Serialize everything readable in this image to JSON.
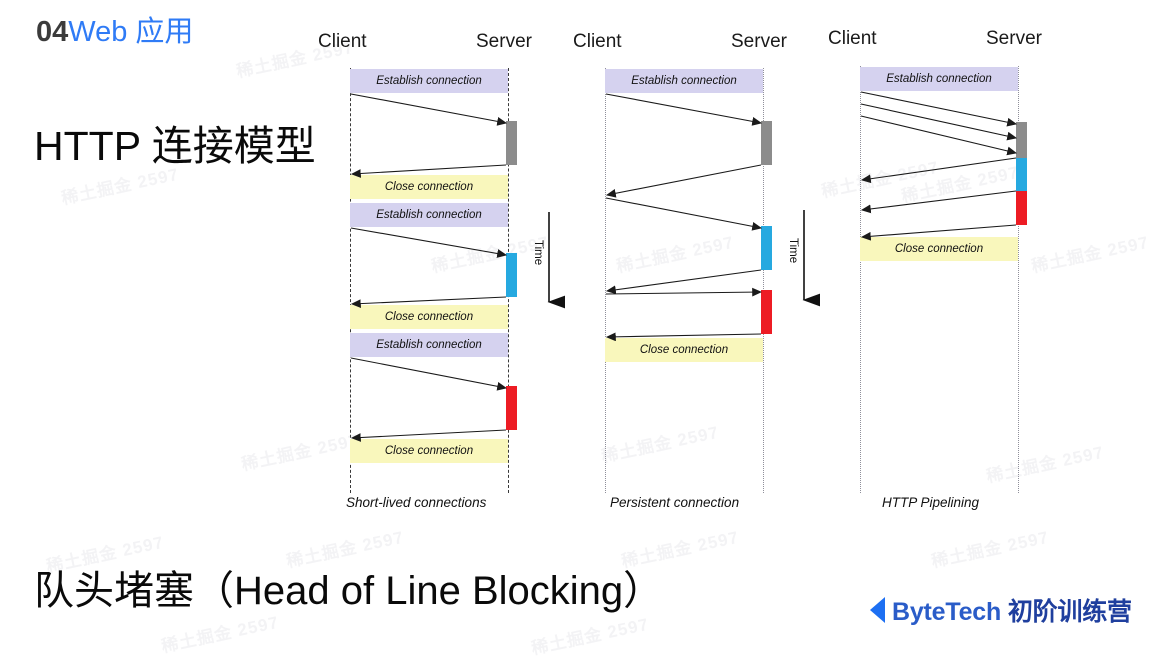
{
  "slide": {
    "kicker_number": "04",
    "kicker_text": "Web 应用",
    "heading_main": "HTTP 连接模型",
    "heading_bottom": "队头堵塞（Head of Line Blocking）",
    "accent_blue": "#2f7bf6",
    "logo_en": "ByteTech",
    "logo_cn": "初阶训练营",
    "watermark_text": "稀土掘金 2597"
  },
  "diagrams": [
    {
      "id": "short-lived",
      "caption": "Short-lived connections",
      "client_label": "Client",
      "server_label": "Server",
      "time_label": "Time",
      "bands": [
        {
          "type": "establish",
          "label": "Establish connection"
        },
        {
          "type": "close",
          "label": "Close connection"
        },
        {
          "type": "establish",
          "label": "Establish connection"
        },
        {
          "type": "close",
          "label": "Close connection"
        },
        {
          "type": "establish",
          "label": "Establish connection"
        },
        {
          "type": "close",
          "label": "Close connection"
        }
      ],
      "bars": [
        {
          "color": "gray"
        },
        {
          "color": "blue"
        },
        {
          "color": "red"
        }
      ]
    },
    {
      "id": "persistent",
      "caption": "Persistent connection",
      "client_label": "Client",
      "server_label": "Server",
      "time_label": "Time",
      "bands": [
        {
          "type": "establish",
          "label": "Establish connection"
        },
        {
          "type": "close",
          "label": "Close connection"
        }
      ],
      "bars": [
        {
          "color": "gray"
        },
        {
          "color": "blue"
        },
        {
          "color": "red"
        }
      ]
    },
    {
      "id": "pipelining",
      "caption": "HTTP Pipelining",
      "client_label": "Client",
      "server_label": "Server",
      "time_label": "",
      "bands": [
        {
          "type": "establish",
          "label": "Establish connection"
        },
        {
          "type": "close",
          "label": "Close connection"
        }
      ],
      "bars": [
        {
          "color": "gray"
        },
        {
          "color": "blue"
        },
        {
          "color": "red"
        }
      ]
    }
  ],
  "colors": {
    "band_establish": "#d5d2ef",
    "band_close": "#f9f7bc",
    "bar_gray": "#8c8c8c",
    "bar_blue": "#26a9e0",
    "bar_red": "#ed1c24"
  }
}
